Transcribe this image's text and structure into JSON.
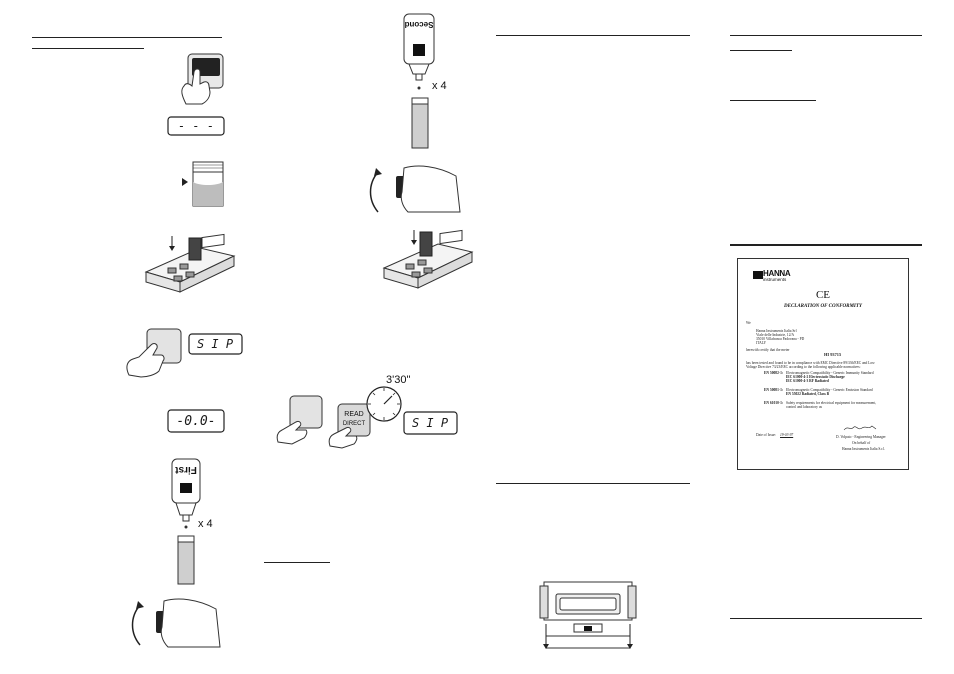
{
  "displays": {
    "dashes": "- - -",
    "sip": "S I P",
    "zero": "-0.0-",
    "sip2": "S I P"
  },
  "bottles": {
    "first_label": "First",
    "second_label": "Second",
    "first_drops": "x 4",
    "second_drops": "x 4"
  },
  "timer": {
    "value": "3'30\""
  },
  "buttons": {
    "read_direct": [
      "READ",
      "DIRECT"
    ]
  },
  "declaration": {
    "logo": "HANNA",
    "logo_sub": "instruments",
    "ce_mark": "CE",
    "title": "DECLARATION OF CONFORMITY",
    "we": "We",
    "address": [
      "Hanna Instruments Italia Srl",
      "Viale delle Industrie, 12/A",
      "35010 Villafranca Padovana - PD",
      "ITALY"
    ],
    "herewith": "herewith certify that the meter",
    "model": "HI 93715",
    "tested_1": "has been tested and found to be in compliance with EMC Directive 89/336/EEC and Low",
    "tested_2": "Voltage Directive 73/23/EEC according to the following applicable normatives:",
    "std1_code": "EN 50082-1:",
    "std1_lines": [
      "Electromagnetic Compatibility - Generic Immunity Standard",
      "IEC 61000-4-2  Electrostatic Discharge",
      "IEC 61000-4-3  RF Radiated"
    ],
    "std2_code": "EN 50081-1:",
    "std2_lines": [
      "Electromagnetic Compatibility - Generic Emission Standard",
      "EN 55022  Radiated, Class B"
    ],
    "std3_code": "EN 61010-1:",
    "std3_lines": [
      "Safety requirements for electrical equipment for measurement,",
      "control and laboratory us"
    ],
    "date_label": "Date of Issue:",
    "date_value": "19-03-97",
    "signer": "D. Volpato - Engineering Manager",
    "on_behalf": "On behalf of",
    "company": "Hanna Instruments Italia S.r.l."
  }
}
